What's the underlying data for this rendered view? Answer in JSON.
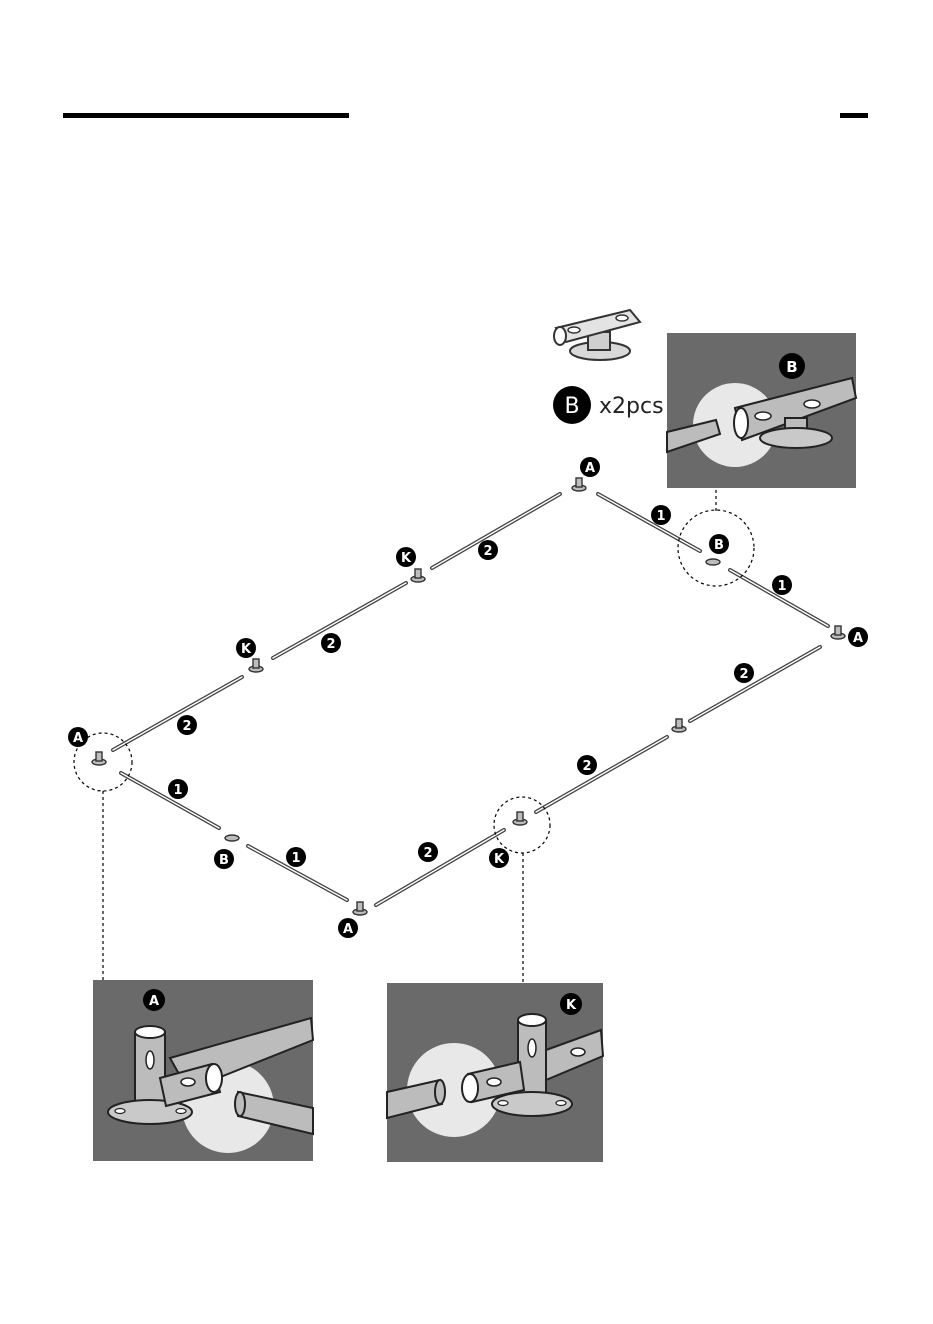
{
  "parts_legend": {
    "part_letter": "B",
    "quantity": "x2pcs"
  },
  "corner_label": "A",
  "bracket_label": "B",
  "connector_label": "K",
  "tube_1_label": "1",
  "tube_2_label": "2",
  "detail_a_label": "A",
  "detail_b_label": "B",
  "detail_k_label": "K",
  "colors": {
    "panel_bg": "#6a6a6a",
    "highlight_circle": "#e8e8e8",
    "tube_fill": "#b9b9b9",
    "badge": "#000000"
  }
}
